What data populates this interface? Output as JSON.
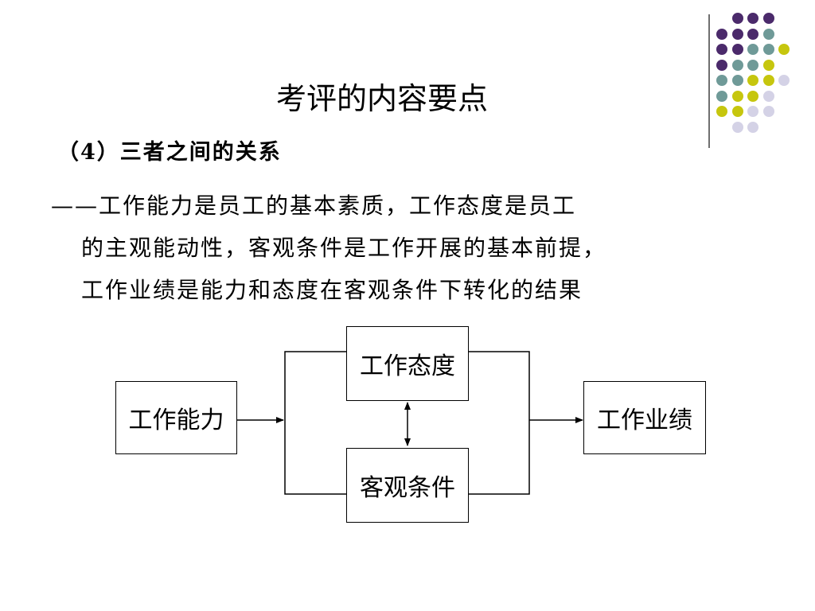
{
  "slide": {
    "title": "考评的内容要点",
    "subtitle": "（4）三者之间的关系",
    "body_lines": [
      "——工作能力是员工的基本素质，工作态度是员工",
      "的主观能动性，客观条件是工作开展的基本前提，",
      "工作业绩是能力和态度在客观条件下转化的结果"
    ]
  },
  "diagram": {
    "nodes": {
      "ability": "工作能力",
      "attitude": "工作态度",
      "conditions": "客观条件",
      "performance": "工作业绩"
    }
  },
  "colors": {
    "purple": "#4b2a6b",
    "teal": "#6f9a98",
    "olive": "#c6c60e",
    "lavender": "#d4d2e6",
    "divider": "#6f6f6f"
  }
}
